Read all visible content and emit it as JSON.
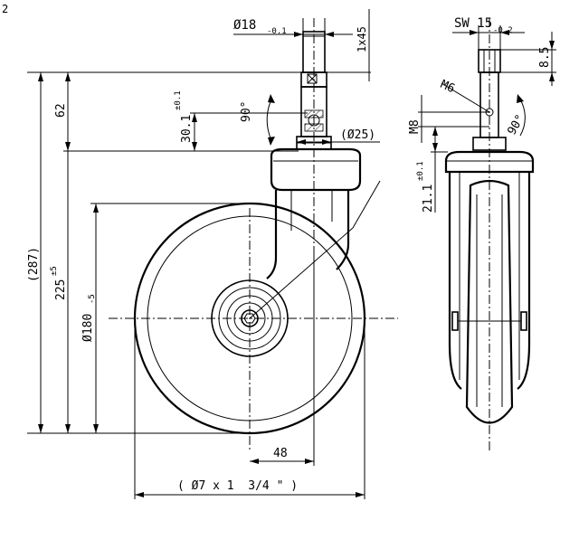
{
  "drawing": {
    "marker": "2",
    "dims": {
      "stem_dia": "Ø18",
      "stem_dia_tol": "-0.1",
      "chamfer": "1x45",
      "wrench": "SW 15",
      "wrench_tol": "-0.2",
      "top_len": "8.5",
      "thread": "M6",
      "bolt": "M8",
      "height_62": "62",
      "pivot_h": "30.1",
      "pivot_h_tol": "±0.1",
      "angle_left": "90°",
      "angle_right": "90°",
      "collar_dia": "(Ø25)",
      "side_h": "21.1",
      "side_h_tol": "±0.1",
      "overall": "(287)",
      "height_225": "225",
      "height_225_tol": "±5",
      "wheel_dia": "Ø180",
      "wheel_dia_tol": "-5",
      "offset_48": "48",
      "wheel_note": "( Ø7 x 1  3/4 \" )"
    }
  }
}
